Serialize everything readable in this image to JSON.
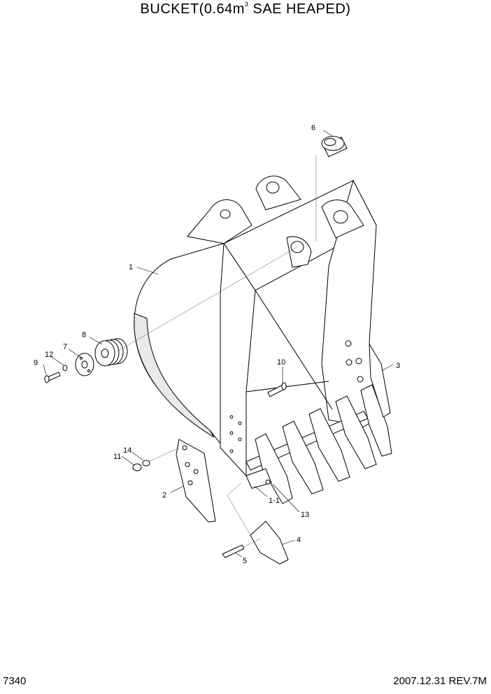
{
  "title": {
    "prefix": "BUCKET(0.64m",
    "superscript": "3",
    "suffix": " SAE HEAPED)"
  },
  "footer": {
    "page_number": "7340",
    "revision": "2007.12.31  REV.7M"
  },
  "callouts": [
    "1",
    "1-1",
    "2",
    "3",
    "4",
    "5",
    "6",
    "7",
    "8",
    "9",
    "10",
    "11",
    "12",
    "13",
    "14"
  ]
}
